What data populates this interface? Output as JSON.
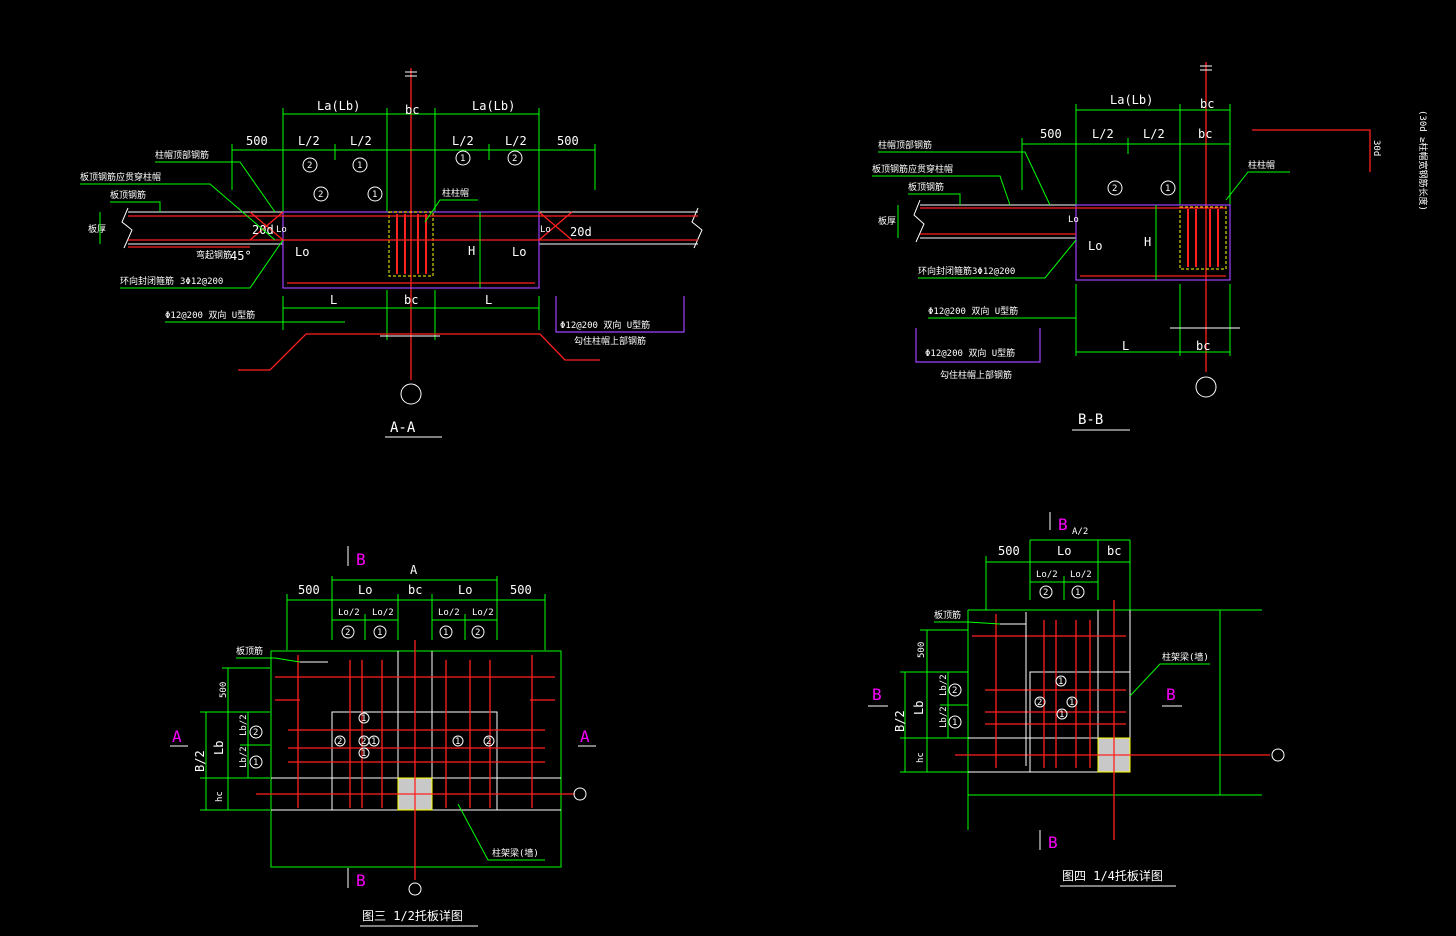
{
  "sections": {
    "aa": {
      "title": "A-A"
    },
    "bb": {
      "title": "B-B"
    },
    "fig3": {
      "title": "图三  1/2托板详图"
    },
    "fig4": {
      "title": "图四  1/4托板详图"
    }
  },
  "aa_labels": {
    "la_left": "La(Lb)",
    "la_right": "La(Lb)",
    "bc_top": "bc",
    "d500_left": "500",
    "d500_right": "500",
    "l2_1": "L/2",
    "l2_2": "L/2",
    "l2_3": "L/2",
    "l2_4": "L/2",
    "c2a": "2",
    "c1a": "1",
    "c1b": "1",
    "c2b": "2",
    "c2c": "2",
    "c1c": "1",
    "top_bar": "柱帽顶部钢筋",
    "slab_bar": "板顶钢筋应贯穿柱帽",
    "slab_bar2": "板顶钢筋",
    "slab_th": "板厚",
    "d20_left": "20d",
    "d20_right": "20d",
    "angle": "45°",
    "bent": "弯起钢筋",
    "ring": "环向封闭箍筋",
    "ring_spec": "3Φ12@200",
    "col": "柱柱帽",
    "lo_l": "Lo",
    "lo_r": "Lo",
    "lo_s1": "Lo",
    "lo_s2": "Lo",
    "h": "H",
    "l_l": "L",
    "bc_b": "bc",
    "l_r": "L",
    "u_left": "Φ12@200  双向 U型筋",
    "u_right": "Φ12@200  双向 U型筋",
    "u_right2": "勾住柱帽上部钢筋"
  },
  "bb_labels": {
    "la": "La(Lb)",
    "bc_top": "bc",
    "d500": "500",
    "l2_1": "L/2",
    "l2_2": "L/2",
    "bc2": "bc",
    "c2": "2",
    "c1": "1",
    "top_bar": "柱帽顶部钢筋",
    "slab_bar": "板顶钢筋应贯穿柱帽",
    "slab_bar2": "板顶钢筋",
    "slab_th": "板厚",
    "col": "柱柱帽",
    "lo1": "Lo",
    "lo2": "Lo",
    "h": "H",
    "ring": "环向封闭箍筋",
    "ring_spec": "3Φ12@200",
    "u": "Φ12@200  双向 U型筋",
    "u2": "Φ12@200  双向 U型筋",
    "u3": "勾住柱帽上部钢筋",
    "l": "L",
    "bc_b": "bc",
    "side": "(30d ≥柱帽宽钢筋长度)",
    "side2": "30d"
  },
  "fig3_labels": {
    "ib_top": "B",
    "ib_bot": "B",
    "a_top": "A",
    "d500l": "500",
    "lo1": "Lo",
    "bc": "bc",
    "lo2": "Lo",
    "d500r": "500",
    "lo2a": "Lo/2",
    "lo2b": "Lo/2",
    "lo2c": "Lo/2",
    "lo2d": "Lo/2",
    "c2": "2",
    "c1": "1",
    "c1b": "1",
    "c2b": "2",
    "slab": "板顶筋",
    "v500": "500",
    "lb": "Lb",
    "lb2a": "Lb/2",
    "lb2b": "Lb/2",
    "b2": "B/2",
    "hc": "hc",
    "vc2": "2",
    "vc1": "1",
    "a_left": "A",
    "a_right": "A",
    "col": "柱架梁(墙)",
    "i1": "1",
    "i2": "2",
    "i3": "2",
    "i4": "1",
    "i5": "1",
    "i6": "2",
    "i7": "1"
  },
  "fig4_labels": {
    "ib_top": "B",
    "a2": "A/2",
    "d500": "500",
    "lo": "Lo",
    "bc": "bc",
    "lo2a": "Lo/2",
    "lo2b": "Lo/2",
    "c2": "2",
    "c1": "1",
    "slab": "板顶筋",
    "v500": "500",
    "lb": "Lb",
    "lb2a": "Lb/2",
    "lb2b": "Lb/2",
    "b2": "B/2",
    "hc": "hc",
    "vc2": "2",
    "vc1": "1",
    "b_left": "B",
    "b_right": "B",
    "ib_bot": "B",
    "col": "柱架梁(墙)",
    "i1": "1",
    "i2": "2",
    "i3": "1",
    "i4": "1"
  },
  "colors": {
    "bg": "#000000",
    "dim": "#00ff00",
    "rebar": "#ff2020",
    "outline": "#ffffff",
    "section": "#a040ff",
    "magenta": "#ff00ff",
    "column": "#c8c8c8"
  }
}
